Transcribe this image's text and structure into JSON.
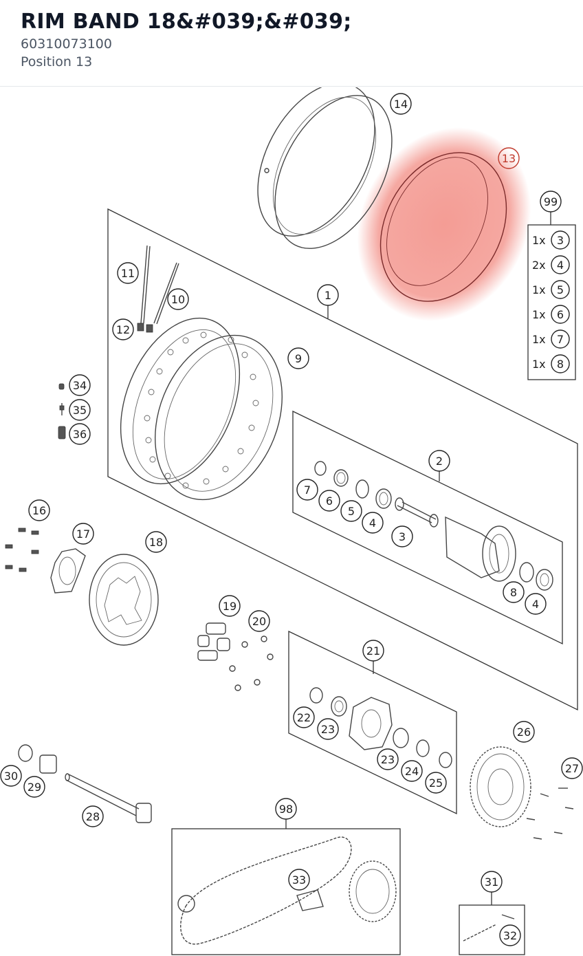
{
  "header": {
    "title": "RIM BAND 18&#039;&#039;",
    "part_number": "60310073100",
    "position": "Position 13"
  },
  "highlight_color": "#f28b82",
  "diagram": {
    "highlighted_label": "13",
    "labels": {
      "l1": "1",
      "l2": "2",
      "l3": "3",
      "l4": "4",
      "l5": "5",
      "l6": "6",
      "l7": "7",
      "l8": "8",
      "l9": "9",
      "l10": "10",
      "l11": "11",
      "l12": "12",
      "l13": "13",
      "l14": "14",
      "l16": "16",
      "l17": "17",
      "l18": "18",
      "l19": "19",
      "l20": "20",
      "l21": "21",
      "l22": "22",
      "l23": "23",
      "l24": "24",
      "l25": "25",
      "l26": "26",
      "l27": "27",
      "l28": "28",
      "l29": "29",
      "l30": "30",
      "l31": "31",
      "l32": "32",
      "l33": "33",
      "l34": "34",
      "l35": "35",
      "l36": "36",
      "l98": "98",
      "l99": "99"
    },
    "kit_99": [
      {
        "qty": "1x",
        "part": "3"
      },
      {
        "qty": "2x",
        "part": "4"
      },
      {
        "qty": "1x",
        "part": "5"
      },
      {
        "qty": "1x",
        "part": "6"
      },
      {
        "qty": "1x",
        "part": "7"
      },
      {
        "qty": "1x",
        "part": "8"
      }
    ]
  }
}
